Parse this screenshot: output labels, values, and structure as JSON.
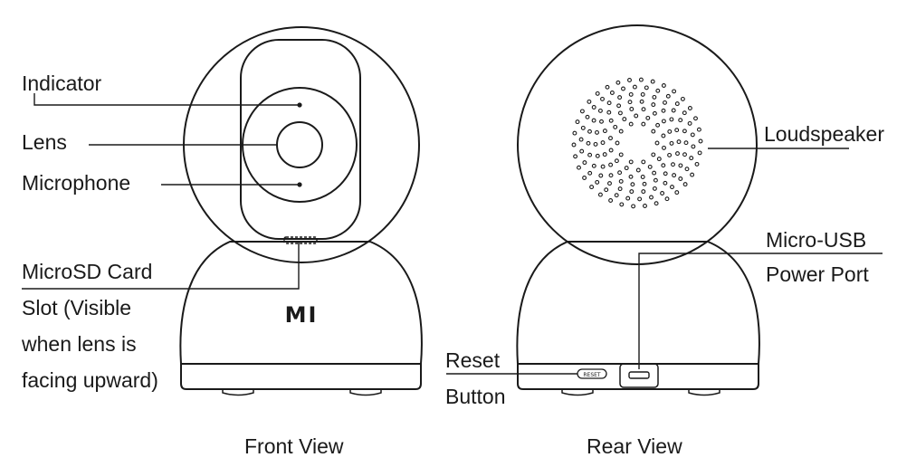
{
  "front": {
    "caption": "Front View",
    "logo": "MI",
    "labels": {
      "indicator": "Indicator",
      "lens": "Lens",
      "microphone": "Microphone",
      "microsd": [
        "MicroSD Card",
        "Slot (Visible",
        "when lens is",
        "facing upward)"
      ]
    }
  },
  "rear": {
    "caption": "Rear View",
    "reset_text": "RESET",
    "labels": {
      "loudspeaker": "Loudspeaker",
      "usb": [
        "Micro-USB",
        "Power Port"
      ],
      "reset": [
        "Reset",
        "Button"
      ]
    }
  },
  "colors": {
    "line": "#1a1a1a",
    "background": "#ffffff"
  }
}
